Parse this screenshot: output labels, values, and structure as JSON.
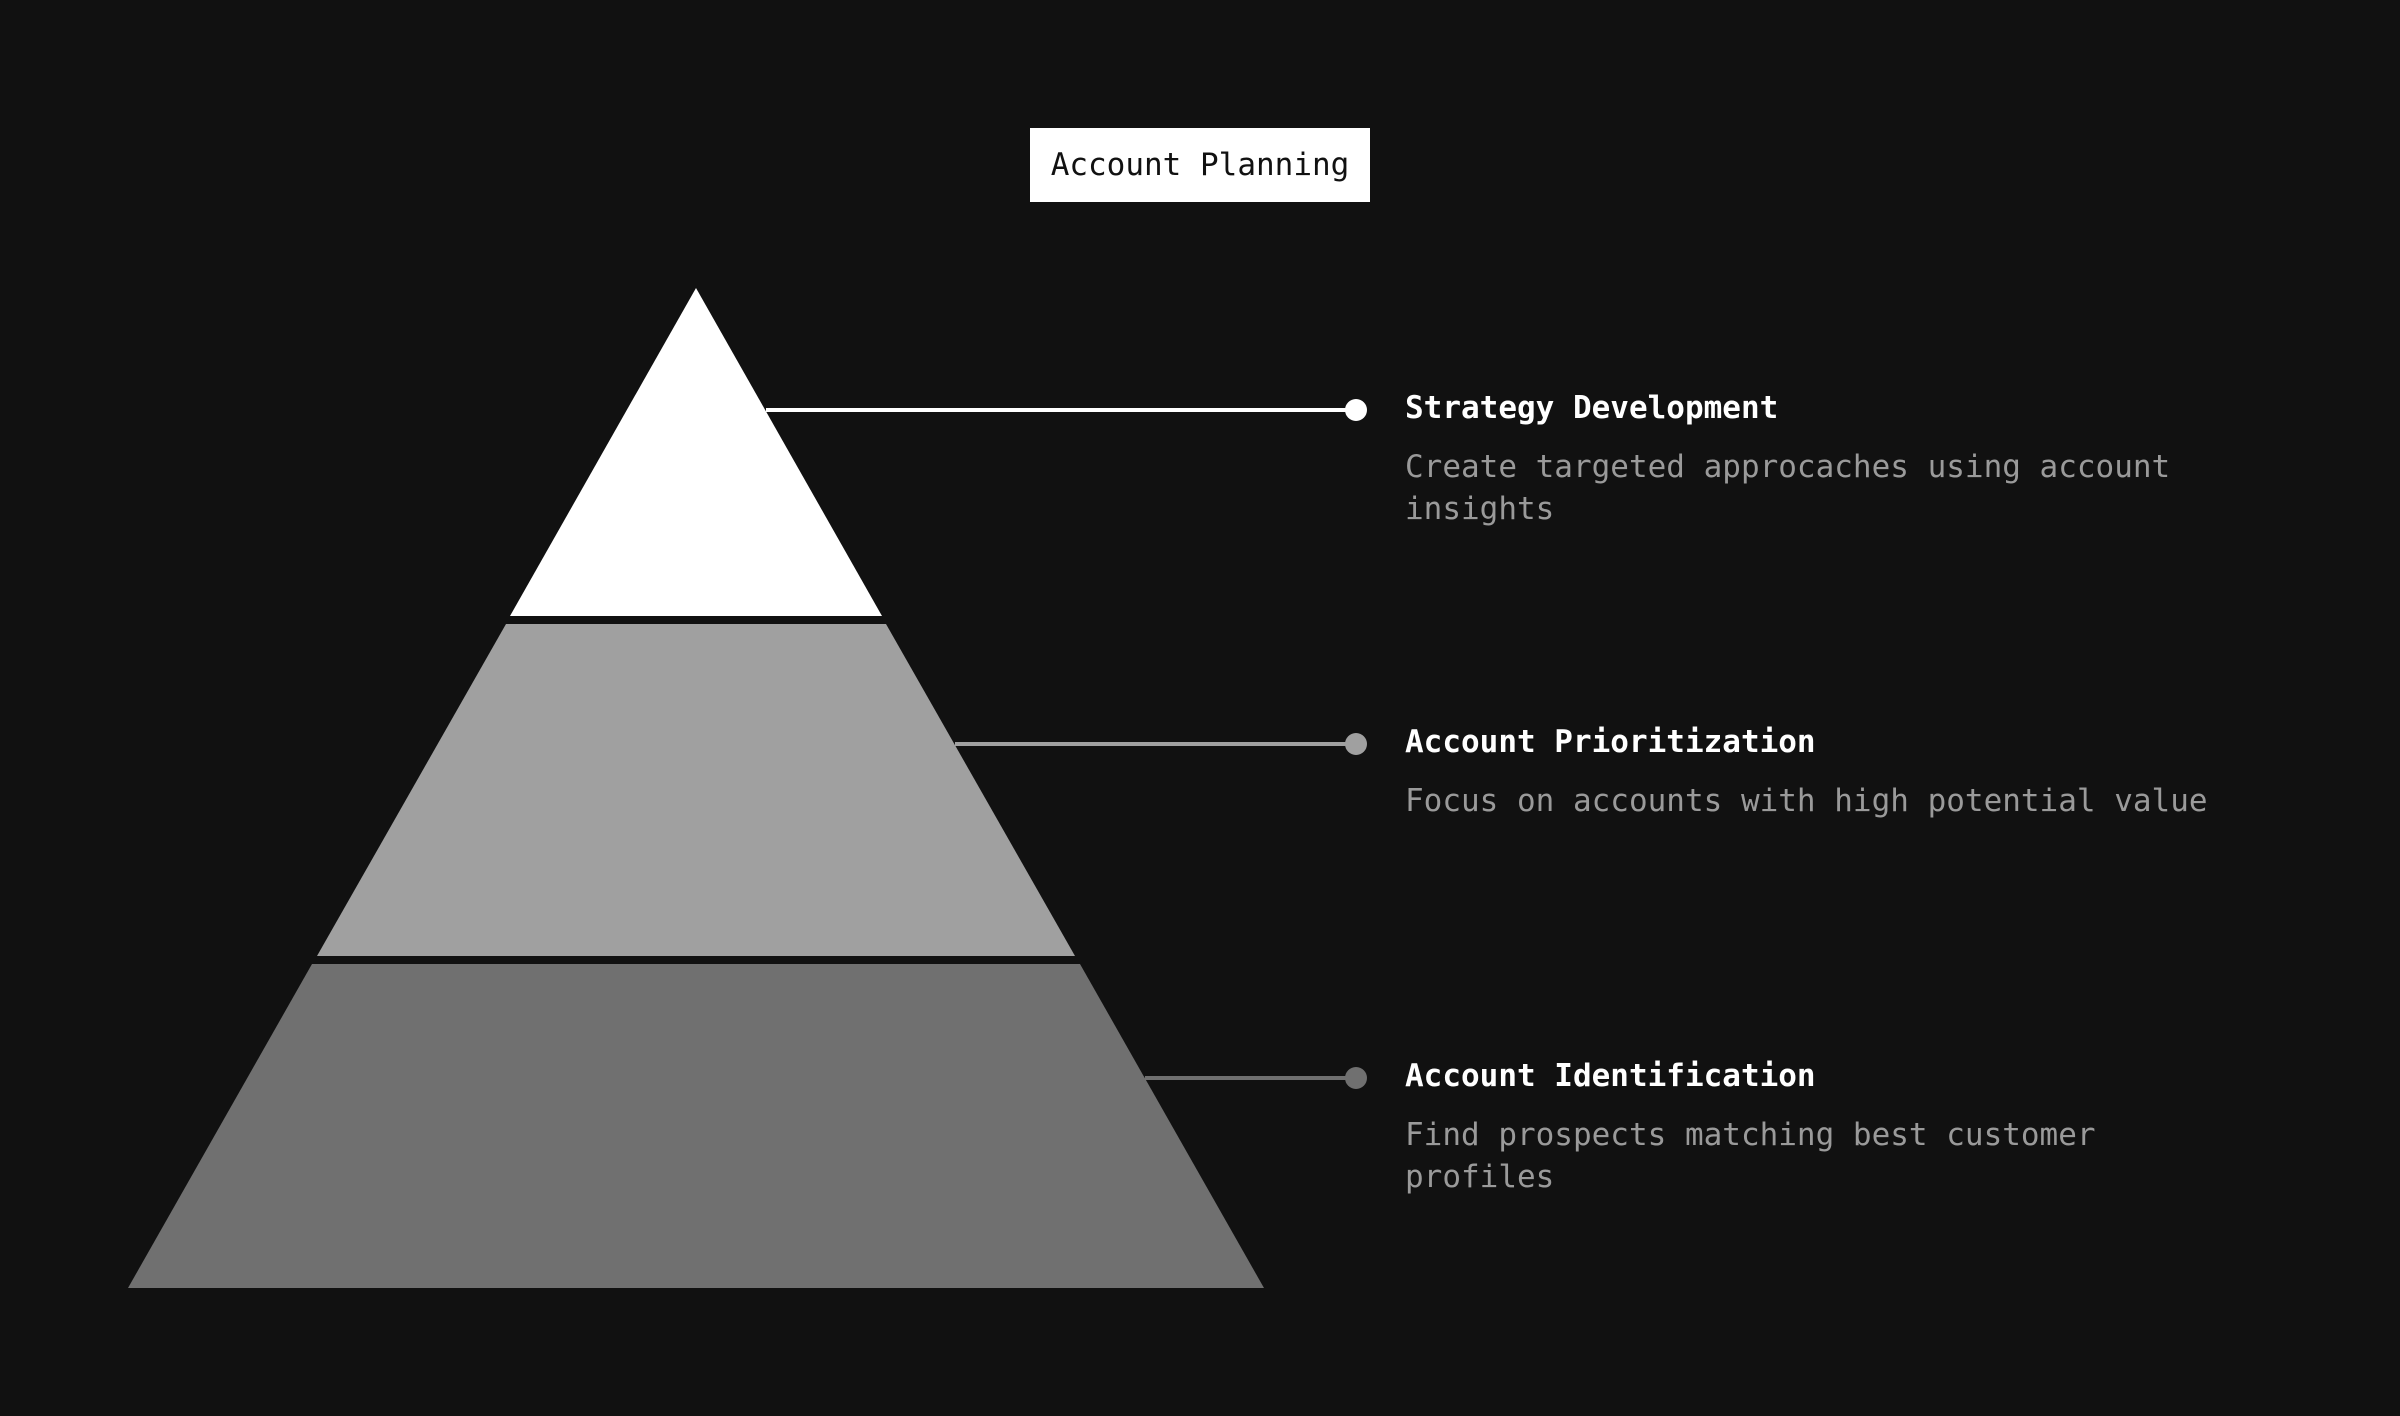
{
  "title": "Account Planning",
  "colors": {
    "background": "#111111",
    "tier_top": "#ffffff",
    "tier_middle": "#a0a0a0",
    "tier_bottom": "#707070",
    "description_text": "#9a9a9a"
  },
  "tiers": [
    {
      "title": "Strategy Development",
      "description": "Create targeted approcaches using account insights"
    },
    {
      "title": "Account Prioritization",
      "description": "Focus on accounts with high potential value"
    },
    {
      "title": "Account Identification",
      "description": "Find prospects matching best customer profiles"
    }
  ]
}
